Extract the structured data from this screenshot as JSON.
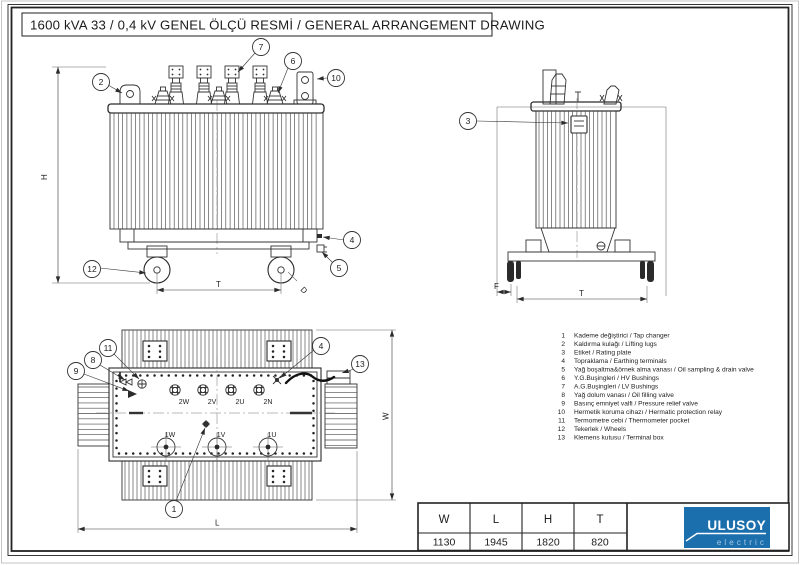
{
  "title": "1600 kVA 33 / 0,4 kV GENEL ÖLÇÜ RESMİ / GENERAL ARRANGEMENT DRAWING",
  "parts_list": {
    "items": [
      {
        "no": "1",
        "label": "Kademe değiştirici / Tap changer"
      },
      {
        "no": "2",
        "label": "Kaldırma kulağı / Lifting lugs"
      },
      {
        "no": "3",
        "label": "Etiket / Rating plate"
      },
      {
        "no": "4",
        "label": "Topraklama / Earthing terminals"
      },
      {
        "no": "5",
        "label": "Yağ boşaltma&örnek alma vanası / Oil sampling & drain valve"
      },
      {
        "no": "6",
        "label": "Y.G.Buşingleri / HV Bushings"
      },
      {
        "no": "7",
        "label": "A.G.Buşingleri / LV Bushings"
      },
      {
        "no": "8",
        "label": "Yağ dolum vanası / Oil filling valve"
      },
      {
        "no": "9",
        "label": "Basınç emniyet valfi / Pressure relief valve"
      },
      {
        "no": "10",
        "label": "Hermetik koruma cihazı / Hermatic protection relay"
      },
      {
        "no": "11",
        "label": "Termometre cebi / Thermometer pocket"
      },
      {
        "no": "12",
        "label": "Tekerlek / Wheels"
      },
      {
        "no": "13",
        "label": "Klemens kutusu / Terminal box"
      }
    ]
  },
  "dimensions_table": {
    "headers": [
      "W",
      "L",
      "H",
      "T"
    ],
    "values": [
      "1130",
      "1945",
      "1820",
      "820"
    ]
  },
  "drawing": {
    "dim_labels": {
      "height": "H",
      "track_front": "T",
      "overhang": "F",
      "track_side": "T",
      "width": "W",
      "length": "L",
      "wheel_diameter": "D"
    },
    "terminal_labels": {
      "lv": [
        "2W",
        "2V",
        "2U",
        "2N"
      ],
      "hv": [
        "1W",
        "1V",
        "1U"
      ]
    },
    "balloons": {
      "front": [
        "2",
        "7",
        "6",
        "10",
        "4",
        "5",
        "12"
      ],
      "side": [
        "3"
      ],
      "top": [
        "11",
        "8",
        "9",
        "4",
        "13",
        "1"
      ]
    }
  },
  "logo": {
    "brand": "ULUSOY",
    "sub": "electric",
    "bg_color": "#1C6FAD"
  }
}
